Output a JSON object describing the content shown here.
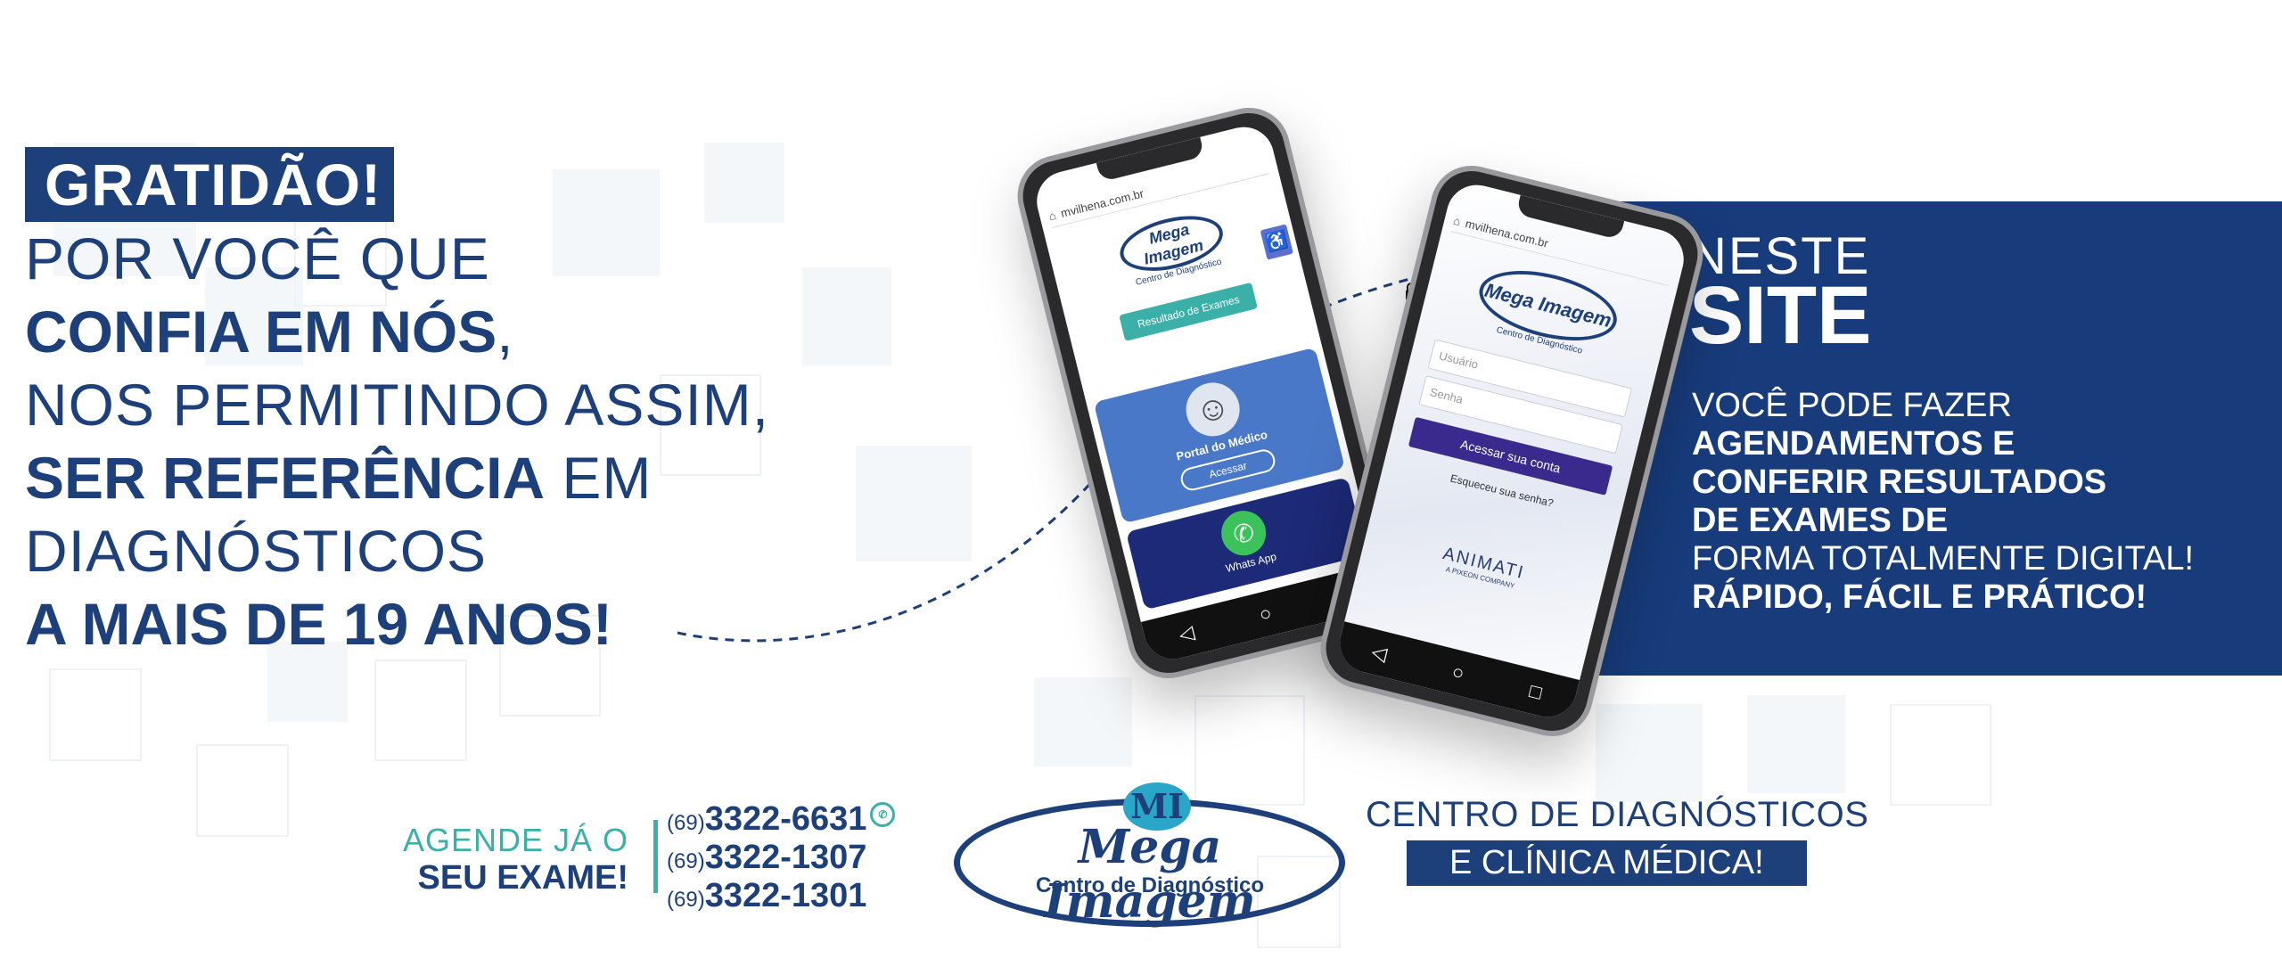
{
  "headline": {
    "badge": "GRATIDÃO!",
    "line1": "POR VOCÊ QUE",
    "line2_bold": "CONFIA EM NÓS",
    "line2_tail": ",",
    "line3": "NOS PERMITINDO ASSIM,",
    "line4_bold": "SER REFERÊNCIA",
    "line4_tail": " EM",
    "line5": "DIAGNÓSTICOS",
    "line6_bold": "A MAIS DE 19 ANOS!"
  },
  "panel": {
    "neste": "NESTE",
    "site": "SITE",
    "line1": "VOCÊ PODE FAZER",
    "line2": "AGENDAMENTOS E",
    "line3": "CONFERIR RESULTADOS",
    "line4": "DE EXAMES DE",
    "line5": "FORMA TOTALMENTE DIGITAL!",
    "line6": "RÁPIDO, FÁCIL E PRÁTICO!"
  },
  "phone1": {
    "url": "mvilhena.com.br",
    "logo_name": "Mega Imagem",
    "logo_sub": "Centro de Diagnóstico",
    "results_button": "Resultado de Exames",
    "portal_title": "Portal do Médico",
    "portal_button": "Acessar",
    "whats_label": "Whats App"
  },
  "phone2": {
    "url": "mvilhena.com.br",
    "logo_name": "Mega Imagem",
    "logo_sub": "Centro de Diagnóstico",
    "user_placeholder": "Usuário",
    "password_placeholder": "Senha",
    "login_button": "Acessar sua conta",
    "forgot": "Esqueceu sua senha?",
    "vendor": "ANIMATI",
    "vendor_sub": "A PIXEON COMPANY"
  },
  "bottom": {
    "agende1": "AGENDE JÁ O",
    "agende2": "SEU EXAME!",
    "phones": [
      {
        "ddd": "(69)",
        "number": "3322-6631"
      },
      {
        "ddd": "(69)",
        "number": "3322-1307"
      },
      {
        "ddd": "(69)",
        "number": "3322-1301"
      }
    ],
    "brand_mark": "MI",
    "brand_name": "Mega Imagem",
    "brand_tagline": "Centro de Diagnóstico",
    "centro": "CENTRO DE DIAGNÓSTICOS",
    "clinica": "E CLÍNICA MÉDICA!"
  },
  "colors": {
    "navy": "#1d3f7a",
    "panel": "#173b7b",
    "teal": "#3bb0a8",
    "whatsapp": "#3bc25a"
  }
}
